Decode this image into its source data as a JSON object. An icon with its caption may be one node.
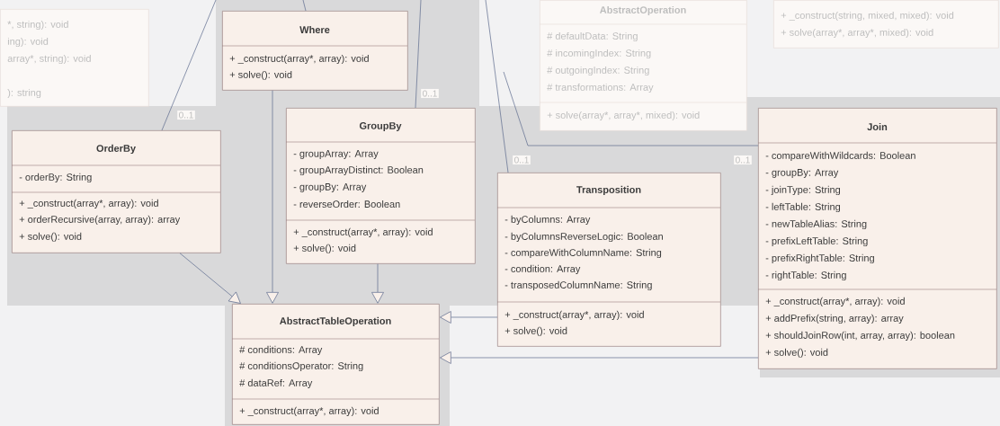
{
  "diagram": {
    "nodes": [
      {
        "text": [
          "*, string): void",
          "ing): void",
          "array*, string): void",
          "): string"
        ]
      },
      {
        "text": [
          "Where",
          "+ _construct(array*, array): void",
          "+ solve(): void"
        ]
      },
      {
        "text": [
          "AbstractOperation",
          "# defaultData: String",
          "# incomingIndex: String",
          "# outgoingIndex: String",
          "# transformations: Array",
          "+ solve(array*, array*, mixed): void"
        ]
      },
      {
        "text": [
          "+ _construct(string, mixed, mixed): void",
          "+ solve(array*, array*, mixed): void"
        ]
      },
      {
        "text": [
          "OrderBy",
          "- orderBy: String",
          "+ _construct(array*, array): void",
          "+ orderRecursive(array, array): array",
          "+ solve(): void"
        ]
      },
      {
        "text": [
          "GroupBy",
          "- groupArray: Array",
          "- groupArrayDistinct: Boolean",
          "- groupBy: Array",
          "- reverseOrder: Boolean",
          "+ _construct(array*, array): void",
          "+ solve(): void"
        ]
      },
      {
        "text": [
          "Transposition",
          "- byColumns: Array",
          "- byColumnsReverseLogic: Boolean",
          "- compareWithColumnName: String",
          "- condition: Array",
          "- transposedColumnName: String",
          "+ _construct(array*, array): void",
          "+ solve(): void"
        ]
      },
      {
        "text": [
          "Join",
          "- compareWithWildcards: Boolean",
          "- groupBy: Array",
          "- joinType: String",
          "- leftTable: String",
          "- newTableAlias: String",
          "- prefixLeftTable: String",
          "- prefixRightTable: String",
          "- rightTable: String",
          "+ _construct(array*, array): void",
          "+ addPrefix(string, array): array",
          "+ shouldJoinRow(int, array, array): boolean",
          "+ solve(): void"
        ]
      },
      {
        "text": [
          "AbstractTableOperation",
          "# conditions: Array",
          "# conditionsOperator: String",
          "# dataRef: Array",
          "+ _construct(array*, array): void"
        ]
      }
    ],
    "edges": [
      {
        "from": 4,
        "to": 8,
        "arrow": "to"
      },
      {
        "from": 1,
        "to": 8,
        "arrow": "to"
      },
      {
        "from": 5,
        "to": 8,
        "arrow": "to"
      },
      {
        "from": 6,
        "to": 8,
        "arrow": "to"
      },
      {
        "from": 7,
        "to": 8,
        "arrow": "to"
      },
      {
        "from": null,
        "to": 4,
        "arrow": "none",
        "label": "0..1"
      },
      {
        "from": null,
        "to": 1,
        "arrow": "none"
      },
      {
        "from": null,
        "to": 5,
        "arrow": "none",
        "label": "0..1"
      },
      {
        "from": null,
        "to": 6,
        "arrow": "none",
        "label": "0..1"
      },
      {
        "from": null,
        "to": 7,
        "arrow": "none",
        "label": "0..1"
      }
    ]
  }
}
